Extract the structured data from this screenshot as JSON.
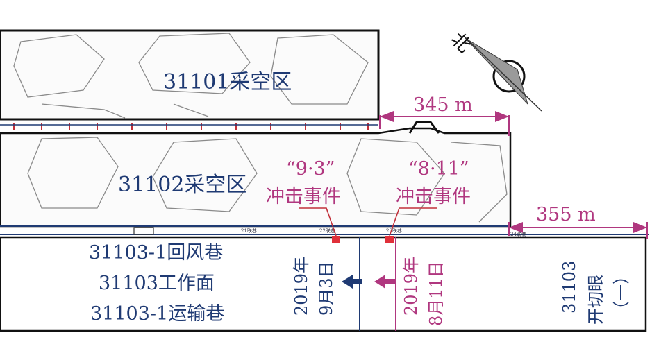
{
  "compass_label": "北",
  "panels": {
    "goaf_31101": "31101采空区",
    "goaf_31102": "31102采空区",
    "face_31103": [
      "31103-1回风巷",
      "31103工作面",
      "31103-1运输巷"
    ],
    "cut_hole": [
      "31103",
      "开切眼",
      "（一）"
    ]
  },
  "events": [
    {
      "name_line1": "“9·3”",
      "name_line2": "冲击事件",
      "date_line1": "2019年",
      "date_line2": "9月3日"
    },
    {
      "name_line1": "“8·11”",
      "name_line2": "冲击事件",
      "date_line1": "2019年",
      "date_line2": "8月11日"
    }
  ],
  "dimensions": {
    "d345": "345 m",
    "d355": "355 m"
  },
  "stations": [
    "21联巷",
    "22联巷",
    "23联巷",
    "24联巷"
  ],
  "colors": {
    "navy": "#1f3a73",
    "magenta": "#b0377f",
    "event_marker": "#e0303a"
  }
}
